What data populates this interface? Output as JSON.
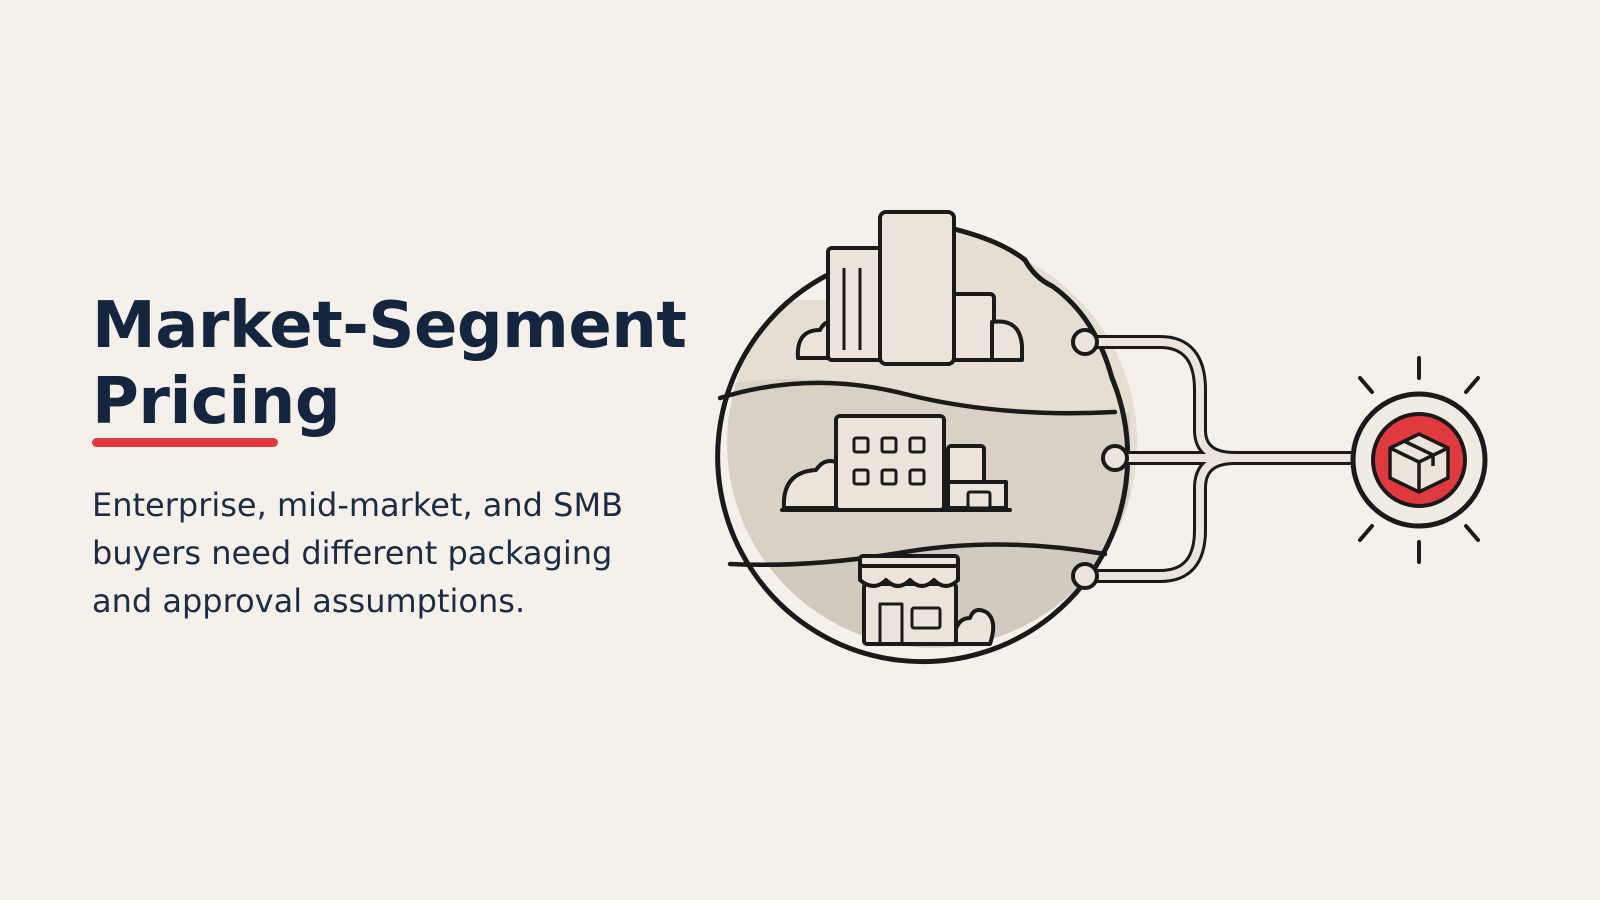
{
  "slide": {
    "title_line1": "Market-Segment",
    "title_line2": "Pricing",
    "subtitle": "Enterprise, mid-market, and SMB buyers need different packaging and approval assumptions."
  },
  "colors": {
    "background": "#f5f1ea",
    "title_text": "#14263f",
    "accent_red": "#e13a3e",
    "outline": "#1a1a1a",
    "layer_top": "#e6ddd3",
    "layer_mid": "#d9d0c6",
    "layer_bottom": "#d2c9bf",
    "building_fill": "#ece4da"
  },
  "illustration": {
    "segments": [
      {
        "id": "enterprise",
        "icon": "skyscraper-icon"
      },
      {
        "id": "mid-market",
        "icon": "office-building-icon"
      },
      {
        "id": "smb",
        "icon": "storefront-icon"
      }
    ],
    "target_icon": "package-box-icon"
  }
}
